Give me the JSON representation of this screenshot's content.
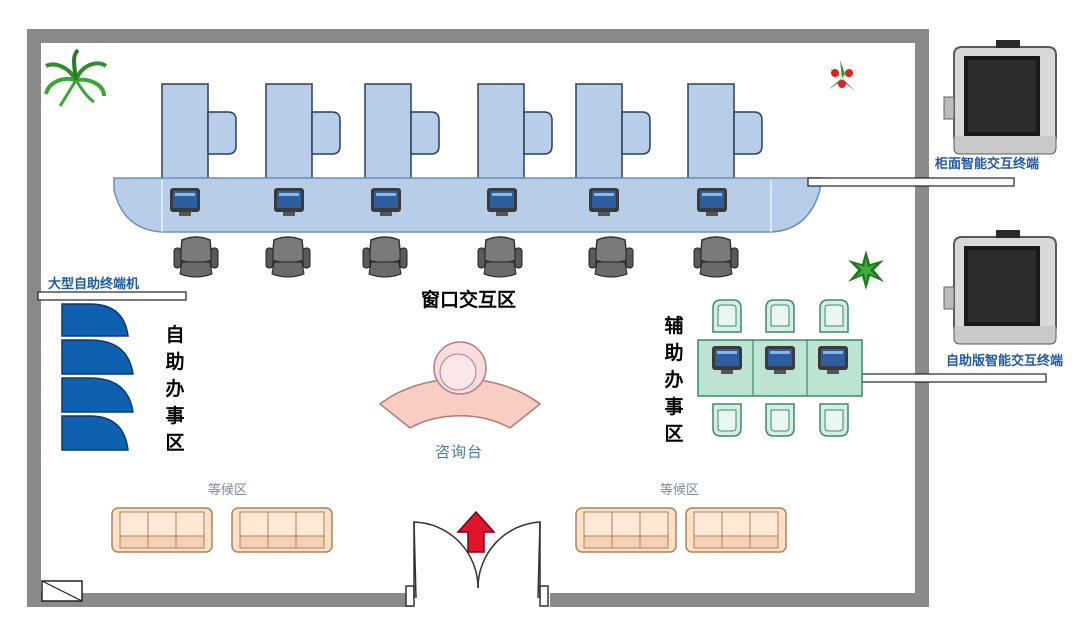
{
  "labels": {
    "window_zone": "窗口交互区",
    "self_service_zone": "自助办事区",
    "assisted_zone": "辅助办事区",
    "consult_desk": "咨询台",
    "waiting_left": "等候区",
    "waiting_right": "等候区",
    "large_terminal": "大型自助终端机",
    "counter_terminal": "柜面智能交互终端",
    "selfservice_terminal": "自助版智能交互终端"
  },
  "colors": {
    "wall": "#8a8a8a",
    "counter_fill": "#b7cde8",
    "counter_stroke": "#6a8fbf",
    "kiosk_blue": "#1060b0",
    "table_green": "#bde4d2",
    "chair_green": "#d6efe4",
    "sofa_fill": "#fbe0c6",
    "desk_pink": "#f7cdc4",
    "entry_arrow": "#e0142b"
  },
  "icons": [
    "palm-plant-icon",
    "flower-plant-icon",
    "star-plant-icon",
    "monitor-terminal-icon",
    "office-chair-icon",
    "sofa-icon",
    "door-icon",
    "entrance-arrow-icon",
    "kiosk-icon"
  ]
}
